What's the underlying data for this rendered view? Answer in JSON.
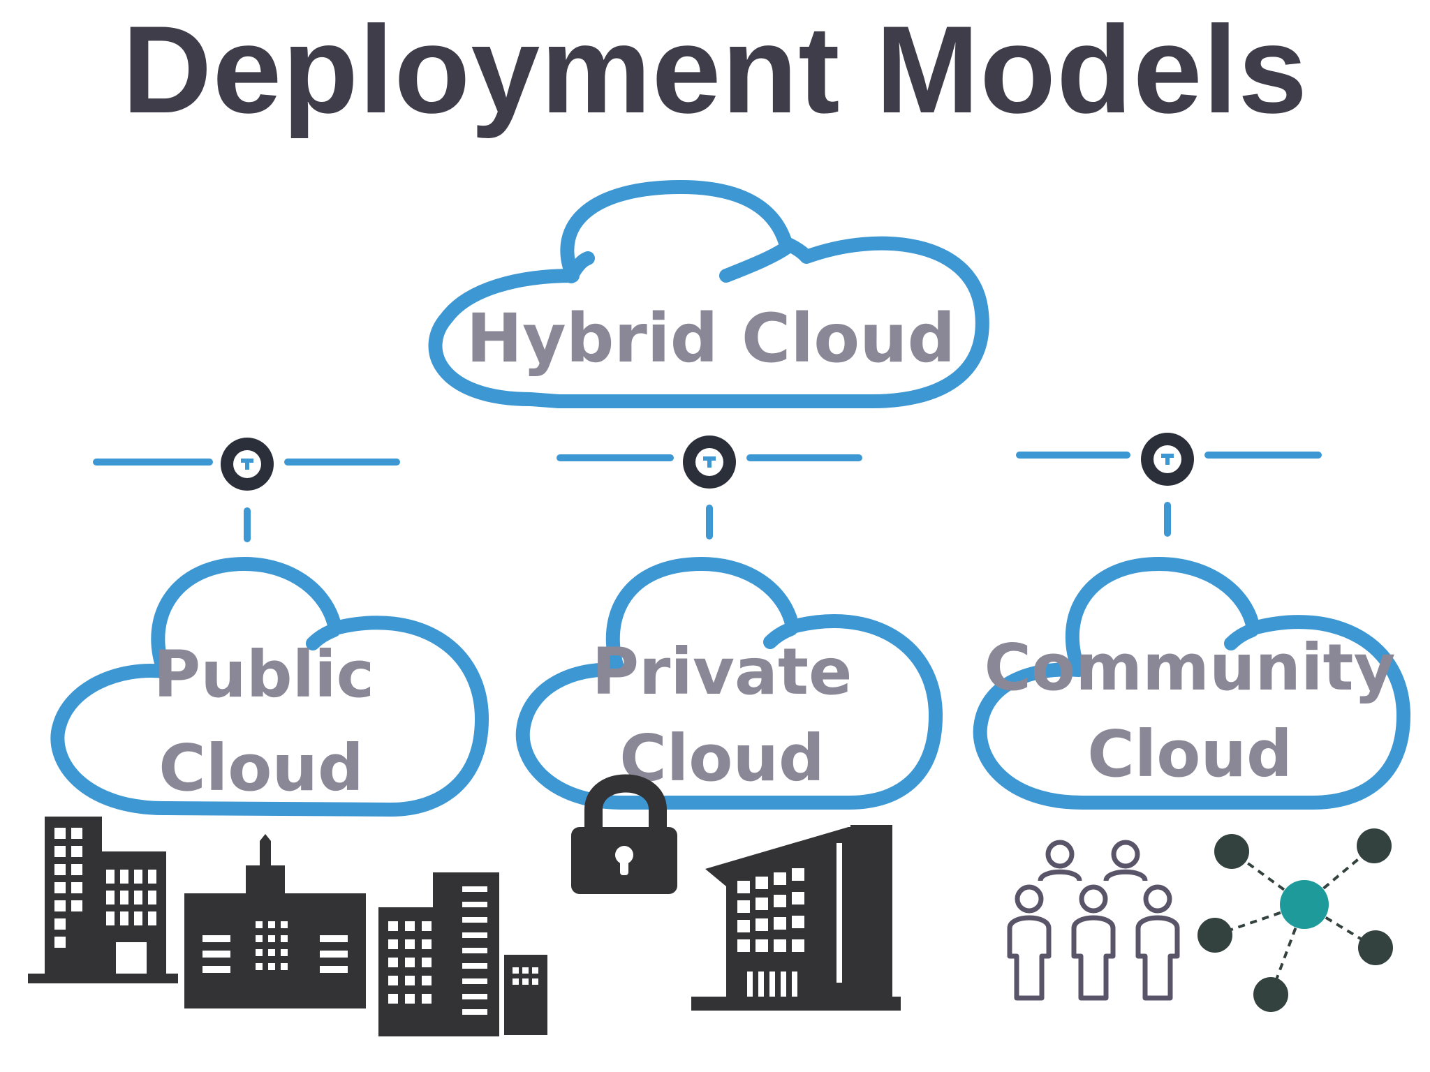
{
  "title": "Deployment Models",
  "hybrid": {
    "label": "Hybrid Cloud"
  },
  "public": {
    "line1": "Public",
    "line2": "Cloud"
  },
  "private": {
    "line1": "Private",
    "line2": "Cloud"
  },
  "community": {
    "line1": "Community",
    "line2": "Cloud"
  },
  "colors": {
    "title": "#3f3d4a",
    "cloud_stroke": "#3d97d3",
    "label": "#8a8897",
    "icon_dark": "#333336",
    "connector_dark": "#2a2f3a",
    "node_dark": "#33413f",
    "node_center": "#1e9a9a",
    "people_stroke": "#5a5468"
  },
  "icons": [
    "office-buildings-icon",
    "padlock-icon",
    "office-building-icon",
    "people-group-icon",
    "network-nodes-icon",
    "connector-node-icon"
  ]
}
